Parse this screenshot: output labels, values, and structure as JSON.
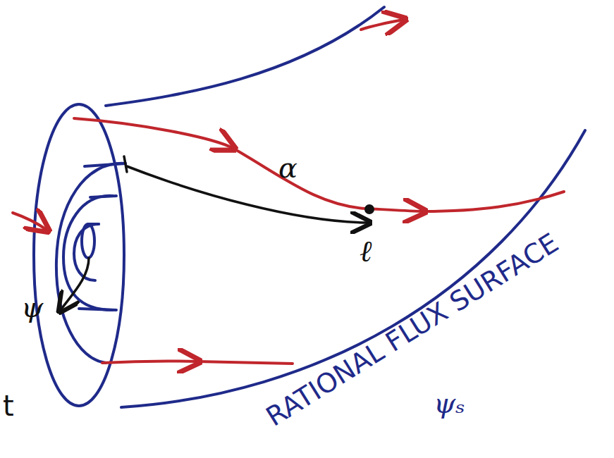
{
  "diagram": {
    "labels": [
      "α",
      "ℓ",
      "ψ",
      "RATIONAL FLUX SURFACE",
      "ψₛ",
      "t"
    ]
  }
}
